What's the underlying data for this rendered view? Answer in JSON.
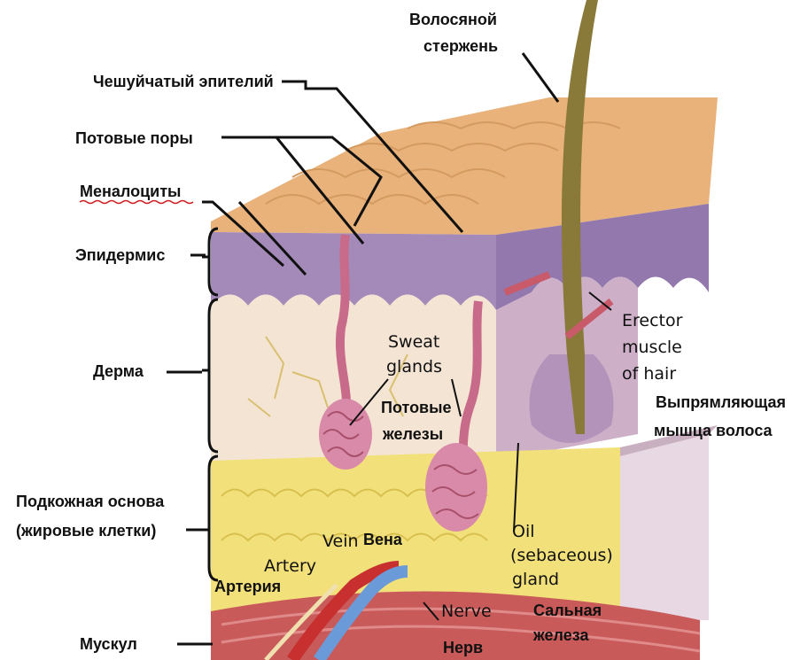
{
  "labels": {
    "hair_shaft": [
      "Волосяной",
      "стержень"
    ],
    "squamous_epithelium": "Чешуйчатый эпителий",
    "sweat_pores": "Потовые поры",
    "melanocytes": "Меналоциты",
    "epidermis": "Эпидермис",
    "dermis": "Дерма",
    "subcutaneous": [
      "Подкожная основа",
      "(жировые клетки)"
    ],
    "muscle": "Мускул",
    "sweat_glands_en": [
      "Sweat",
      "glands"
    ],
    "sweat_glands_ru": [
      "Потовые",
      "железы"
    ],
    "erector_en": [
      "Erector",
      "muscle",
      "of hair"
    ],
    "erector_ru": [
      "Выпрямляющая",
      "мышца волоса"
    ],
    "oil_gland_en": [
      "Oil",
      "(sebaceous)",
      "gland"
    ],
    "oil_gland_ru": [
      "Сальная",
      "железа"
    ],
    "vein_en": "Vein",
    "vein_ru": "Вена",
    "artery_en": "Artery",
    "artery_ru": "Артерия",
    "nerve_en": "Nerve",
    "nerve_ru": "Нерв"
  },
  "colors": {
    "skin_surface": "#e8b27a",
    "epidermis": "#a48ab8",
    "dermis": "#f4e4d4",
    "fat": "#f2e07a",
    "muscle": "#c85a5a",
    "gland": "#d98aa8",
    "hair": "#8a7a3a",
    "artery": "#c83030",
    "vein": "#6a9ad8"
  }
}
